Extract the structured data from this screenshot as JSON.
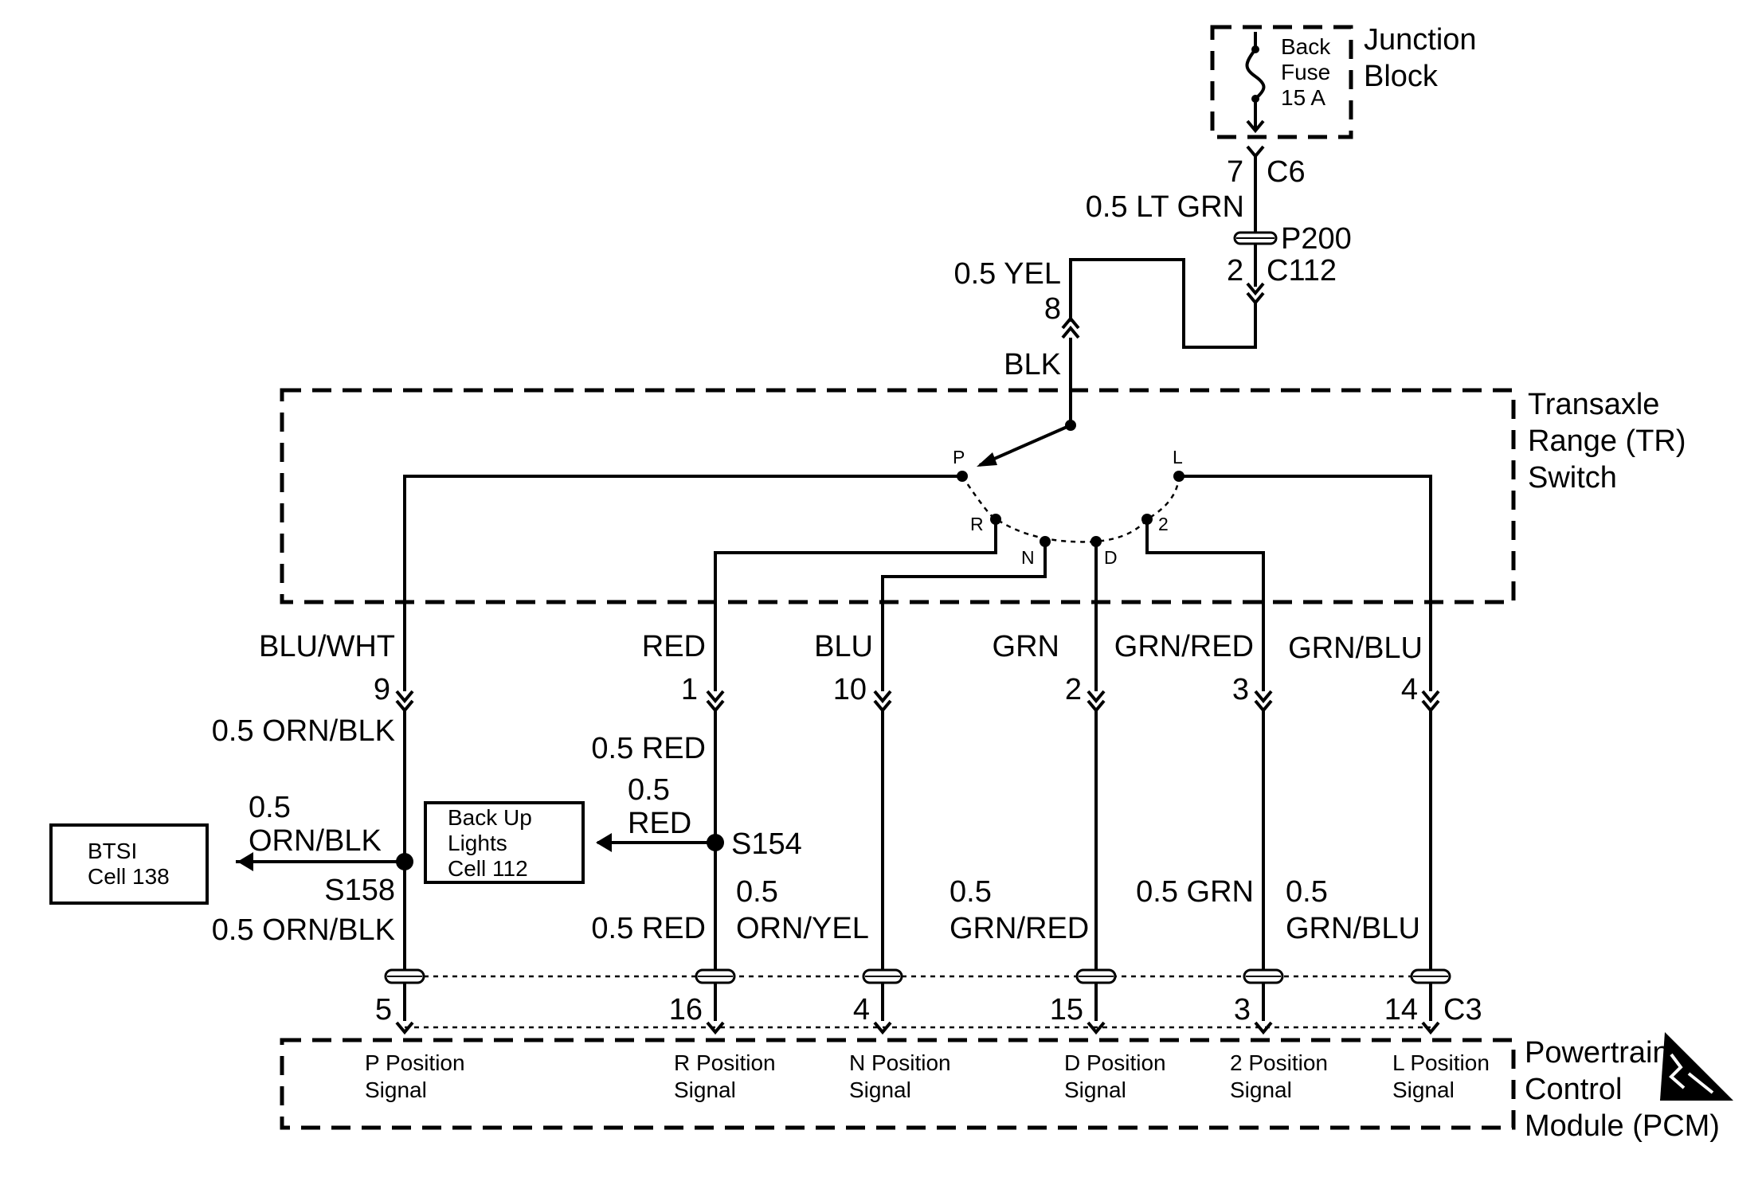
{
  "junction_block": {
    "title_line1": "Junction",
    "title_line2": "Block",
    "fuse_line1": "Back",
    "fuse_line2": "Fuse",
    "fuse_line3": "15 A",
    "pin": "7",
    "connector": "C6"
  },
  "feed_wire": {
    "label": "0.5 LT GRN",
    "inline_connector": "P200",
    "pin": "2",
    "connector": "C112"
  },
  "tr_switch": {
    "title_line1": "Transaxle",
    "title_line2": "Range (TR)",
    "title_line3": "Switch",
    "input_wire": "0.5 YEL",
    "input_pin": "8",
    "input_color": "BLK",
    "positions": [
      "P",
      "R",
      "N",
      "D",
      "2",
      "L"
    ]
  },
  "circuits": [
    {
      "switch_wire": "BLU/WHT",
      "pin": "9",
      "upper_wire": "0.5 ORN/BLK",
      "lower_wire": "0.5 ORN/BLK",
      "pcm_pin": "5",
      "signal_line1": "P Position",
      "signal_line2": "Signal"
    },
    {
      "switch_wire": "RED",
      "pin": "1",
      "upper_wire": "0.5 RED",
      "lower_wire": "0.5 RED",
      "pcm_pin": "16",
      "signal_line1": "R Position",
      "signal_line2": "Signal"
    },
    {
      "switch_wire": "BLU",
      "pin": "10",
      "upper_wire": "",
      "lower_wire_line1": "0.5",
      "lower_wire_line2": "ORN/YEL",
      "pcm_pin": "4",
      "signal_line1": "N Position",
      "signal_line2": "Signal"
    },
    {
      "switch_wire": "GRN",
      "pin": "2",
      "upper_wire": "",
      "lower_wire_line1": "0.5",
      "lower_wire_line2": "GRN/RED",
      "pcm_pin": "15",
      "signal_line1": "D Position",
      "signal_line2": "Signal"
    },
    {
      "switch_wire": "GRN/RED",
      "pin": "3",
      "upper_wire": "",
      "lower_wire": "0.5 GRN",
      "pcm_pin": "3",
      "signal_line1": "2 Position",
      "signal_line2": "Signal"
    },
    {
      "switch_wire": "GRN/BLU",
      "pin": "4",
      "upper_wire": "",
      "lower_wire_line1": "0.5",
      "lower_wire_line2": "GRN/BLU",
      "pcm_pin": "14",
      "signal_line1": "L Position",
      "signal_line2": "Signal"
    }
  ],
  "splices": {
    "s158": {
      "name": "S158",
      "branch_line1": "0.5",
      "branch_line2": "ORN/BLK"
    },
    "s154": {
      "name": "S154",
      "branch_line1": "0.5",
      "branch_line2": "RED"
    }
  },
  "btsi_box": {
    "line1": "BTSI",
    "line2": "Cell 138"
  },
  "backup_box": {
    "line1": "Back Up",
    "line2": "Lights",
    "line3": "Cell 112"
  },
  "pcm": {
    "connector": "C3",
    "title_line1": "Powertrain",
    "title_line2": "Control",
    "title_line3": "Module (PCM)"
  },
  "icons": {
    "esd": "esd-warning-icon"
  }
}
